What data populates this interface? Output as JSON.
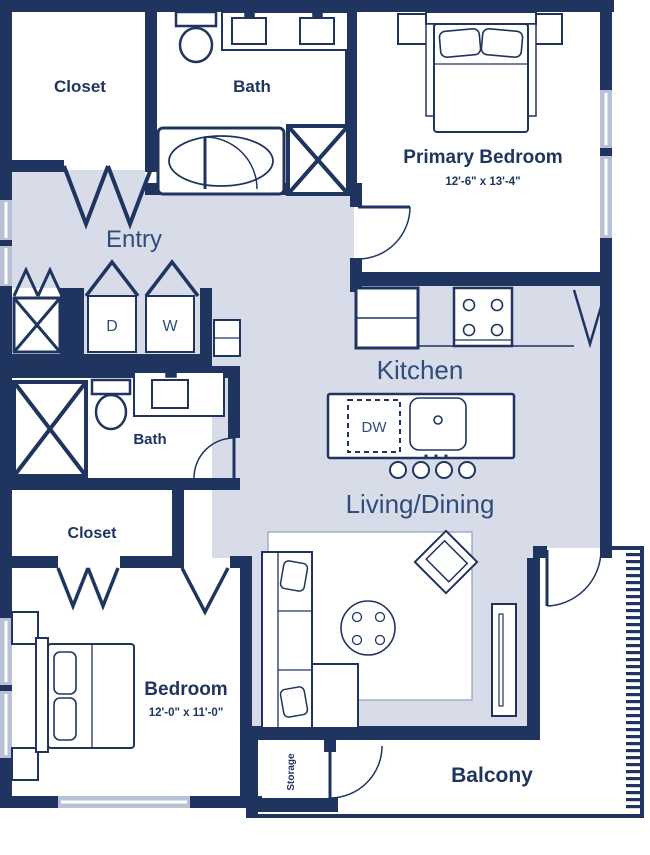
{
  "rooms": {
    "closet_top": {
      "label": "Closet"
    },
    "bath_top": {
      "label": "Bath"
    },
    "primary_bedroom": {
      "label": "Primary Bedroom",
      "dims": "12'-6\" x 13'-4\""
    },
    "entry": {
      "label": "Entry"
    },
    "kitchen": {
      "label": "Kitchen"
    },
    "bath_second": {
      "label": "Bath"
    },
    "closet_second": {
      "label": "Closet"
    },
    "bedroom": {
      "label": "Bedroom",
      "dims": "12'-0\" x 11'-0\""
    },
    "living_dining": {
      "label": "Living/Dining"
    },
    "balcony": {
      "label": "Balcony"
    },
    "storage": {
      "label": "Storage"
    }
  },
  "appliances": {
    "dryer": "D",
    "washer": "W",
    "dishwasher": "DW"
  },
  "colors": {
    "wall": "#1f3560",
    "floor": "#d8dce8",
    "window": "#b9c1d6",
    "label_light": "#2e4d7d"
  }
}
